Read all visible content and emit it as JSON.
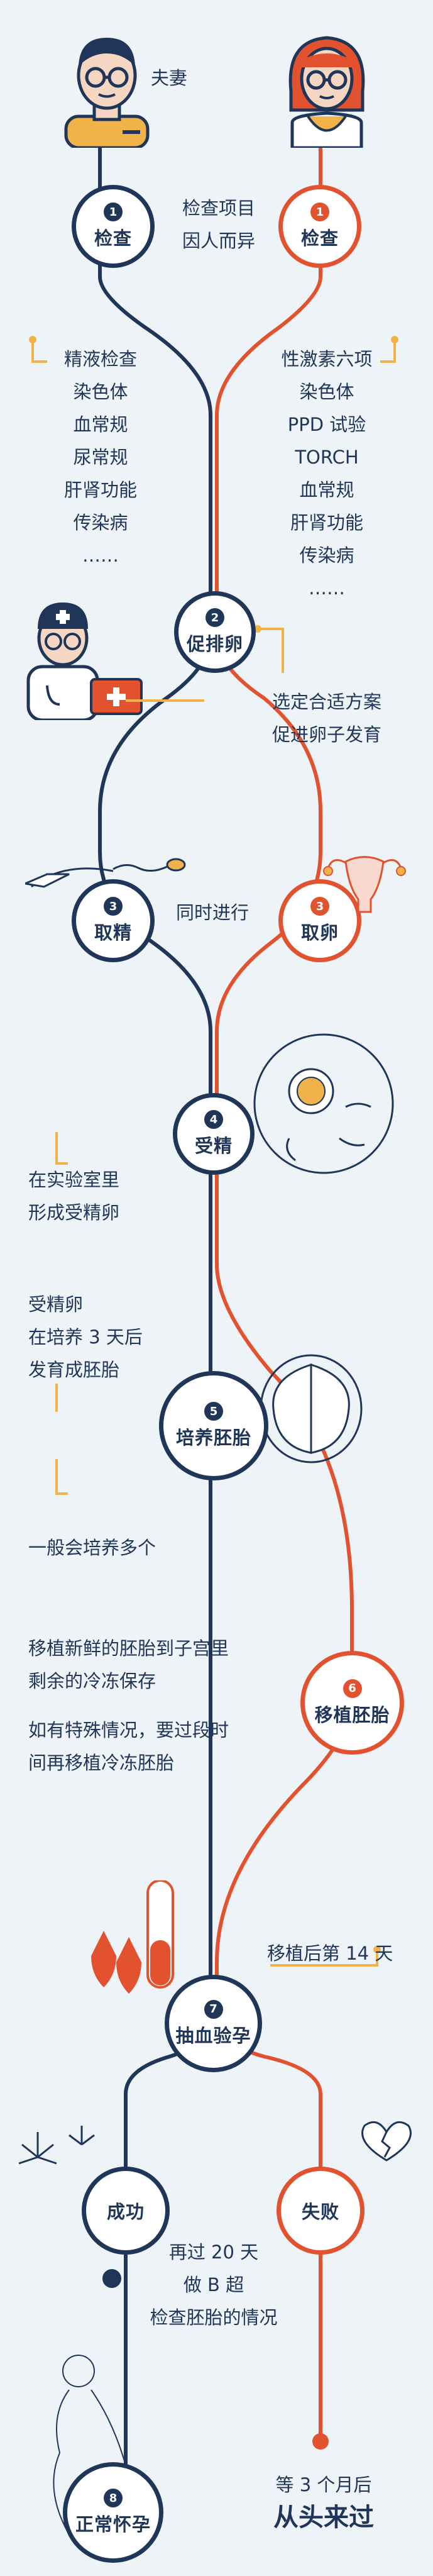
{
  "header": {
    "couple_label": "夫妻"
  },
  "step1": {
    "number": "1",
    "label_left": "检查",
    "label_right": "检查",
    "note": [
      "检查项目",
      "因人而异"
    ],
    "male_items": [
      "精液检查",
      "染色体",
      "血常规",
      "尿常规",
      "肝肾功能",
      "传染病",
      "……"
    ],
    "female_items": [
      "性激素六项",
      "染色体",
      "PPD 试验",
      "TORCH",
      "血常规",
      "肝肾功能",
      "传染病",
      "……"
    ]
  },
  "step2": {
    "number": "2",
    "label": "促排卵",
    "note": [
      "选定合适方案",
      "促进卵子发育"
    ]
  },
  "step3": {
    "number": "3",
    "label_left": "取精",
    "label_right": "取卵",
    "note": "同时进行"
  },
  "step4": {
    "number": "4",
    "label": "受精",
    "note": [
      "在实验室里",
      "形成受精卵"
    ]
  },
  "step5": {
    "number": "5",
    "label": "培养胚胎",
    "note_top": [
      "受精卵",
      "在培养 3 天后",
      "发育成胚胎"
    ],
    "note_bottom": "一般会培养多个"
  },
  "step6": {
    "number": "6",
    "label": "移植胚胎",
    "note_a": [
      "移植新鲜的胚胎到子宫里",
      "剩余的冷冻保存"
    ],
    "note_b": [
      "如有特殊情况，要过段时",
      "间再移植冷冻胚胎"
    ]
  },
  "step7": {
    "number": "7",
    "label": "抽血验孕",
    "note": "移植后第 14 天"
  },
  "result": {
    "success": "成功",
    "fail": "失败",
    "success_note": [
      "再过 20 天",
      "做 B 超",
      "检查胚胎的情况"
    ],
    "fail_note": [
      "等 3 个月后",
      "从头来过"
    ]
  },
  "step8": {
    "number": "8",
    "label": "正常怀孕"
  },
  "colors": {
    "navy": "#1f3658",
    "orange": "#e2522f",
    "gold": "#f2b24a",
    "background": "#eef3f8"
  }
}
